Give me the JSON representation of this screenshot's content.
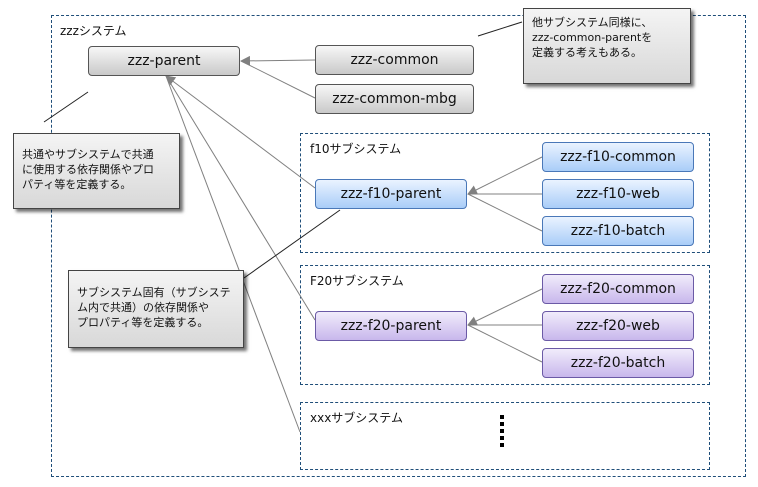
{
  "groups": {
    "zzz": "zzzシステム",
    "f10": "f10サブシステム",
    "f20": "F20サブシステム",
    "xxx": "xxxサブシステム"
  },
  "nodes": {
    "zzz_parent": "zzz-parent",
    "zzz_common": "zzz-common",
    "zzz_common_mbg": "zzz-common-mbg",
    "f10_parent": "zzz-f10-parent",
    "f10_common": "zzz-f10-common",
    "f10_web": "zzz-f10-web",
    "f10_batch": "zzz-f10-batch",
    "f20_parent": "zzz-f20-parent",
    "f20_common": "zzz-f20-common",
    "f20_web": "zzz-f20-web",
    "f20_batch": "zzz-f20-batch"
  },
  "notes": {
    "top_right": [
      "他サブシステム同様に、",
      "zzz-common-parentを",
      "定義する考えもある。"
    ],
    "left": [
      "共通やサブシステムで共通",
      "に使用する依存関係やプロ",
      "パティ等を定義する。"
    ],
    "middle": [
      "サブシステム固有（サブシステ",
      "ム内で共通）の依存関係や",
      "プロパティ等を定義する。"
    ]
  },
  "colors": {
    "group_border": "#1f4e79",
    "arrow": "#808080",
    "gray_node": "#c9c9c9",
    "blue_node": "#a9cdf8",
    "purple_node": "#c8b7ec"
  }
}
